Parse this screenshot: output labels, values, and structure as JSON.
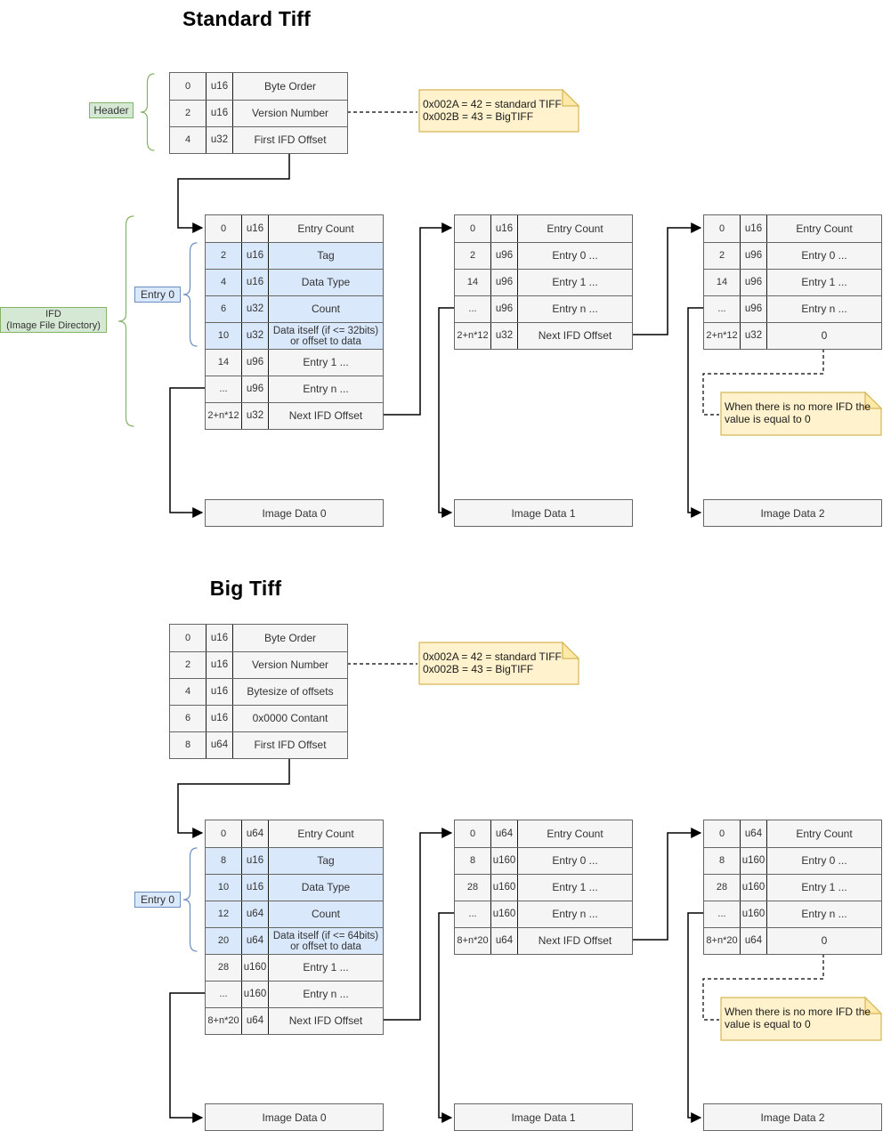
{
  "standard": {
    "title": "Standard Tiff",
    "header_label": "Header",
    "ifd_label_line1": "IFD",
    "ifd_label_line2": "(Image File Directory)",
    "entry0_label": "Entry 0",
    "header_table": {
      "rows": [
        {
          "offset": "0",
          "type": "u16",
          "desc": "Byte Order"
        },
        {
          "offset": "2",
          "type": "u16",
          "desc": "Version Number"
        },
        {
          "offset": "4",
          "type": "u32",
          "desc": "First IFD Offset"
        }
      ]
    },
    "ifd1": {
      "rows": [
        {
          "offset": "0",
          "type": "u16",
          "desc": "Entry Count"
        },
        {
          "offset": "2",
          "type": "u16",
          "desc": "Tag",
          "hl": true
        },
        {
          "offset": "4",
          "type": "u16",
          "desc": "Data Type",
          "hl": true
        },
        {
          "offset": "6",
          "type": "u32",
          "desc": "Count",
          "hl": true
        },
        {
          "offset": "10",
          "type": "u32",
          "desc": "Data itself (if <= 32bits)\nor offset to data",
          "hl": true
        },
        {
          "offset": "14",
          "type": "u96",
          "desc": "Entry 1 ..."
        },
        {
          "offset": "...",
          "type": "u96",
          "desc": "Entry n ..."
        },
        {
          "offset": "2+n*12",
          "type": "u32",
          "desc": "Next IFD Offset"
        }
      ]
    },
    "ifd2": {
      "rows": [
        {
          "offset": "0",
          "type": "u16",
          "desc": "Entry Count"
        },
        {
          "offset": "2",
          "type": "u96",
          "desc": "Entry 0 ..."
        },
        {
          "offset": "14",
          "type": "u96",
          "desc": "Entry 1 ..."
        },
        {
          "offset": "...",
          "type": "u96",
          "desc": "Entry n ..."
        },
        {
          "offset": "2+n*12",
          "type": "u32",
          "desc": "Next IFD Offset"
        }
      ]
    },
    "ifd3": {
      "rows": [
        {
          "offset": "0",
          "type": "u16",
          "desc": "Entry Count"
        },
        {
          "offset": "2",
          "type": "u96",
          "desc": "Entry 0 ..."
        },
        {
          "offset": "14",
          "type": "u96",
          "desc": "Entry 1 ..."
        },
        {
          "offset": "...",
          "type": "u96",
          "desc": "Entry n ..."
        },
        {
          "offset": "2+n*12",
          "type": "u32",
          "desc": "0"
        }
      ]
    },
    "image_data_0": "Image Data 0",
    "image_data_1": "Image Data 1",
    "image_data_2": "Image Data 2"
  },
  "big": {
    "title": "Big Tiff",
    "entry0_label": "Entry 0",
    "header_table": {
      "rows": [
        {
          "offset": "0",
          "type": "u16",
          "desc": "Byte Order"
        },
        {
          "offset": "2",
          "type": "u16",
          "desc": "Version Number"
        },
        {
          "offset": "4",
          "type": "u16",
          "desc": "Bytesize of offsets"
        },
        {
          "offset": "6",
          "type": "u16",
          "desc": "0x0000 Contant"
        },
        {
          "offset": "8",
          "type": "u64",
          "desc": "First IFD Offset"
        }
      ]
    },
    "ifd1": {
      "rows": [
        {
          "offset": "0",
          "type": "u64",
          "desc": "Entry Count"
        },
        {
          "offset": "8",
          "type": "u16",
          "desc": "Tag",
          "hl": true
        },
        {
          "offset": "10",
          "type": "u16",
          "desc": "Data Type",
          "hl": true
        },
        {
          "offset": "12",
          "type": "u64",
          "desc": "Count",
          "hl": true
        },
        {
          "offset": "20",
          "type": "u64",
          "desc": "Data itself (if <= 64bits)\nor offset to data",
          "hl": true
        },
        {
          "offset": "28",
          "type": "u160",
          "desc": "Entry 1 ..."
        },
        {
          "offset": "...",
          "type": "u160",
          "desc": "Entry n ..."
        },
        {
          "offset": "8+n*20",
          "type": "u64",
          "desc": "Next IFD Offset"
        }
      ]
    },
    "ifd2": {
      "rows": [
        {
          "offset": "0",
          "type": "u64",
          "desc": "Entry Count"
        },
        {
          "offset": "8",
          "type": "u160",
          "desc": "Entry 0 ..."
        },
        {
          "offset": "28",
          "type": "u160",
          "desc": "Entry 1 ..."
        },
        {
          "offset": "...",
          "type": "u160",
          "desc": "Entry n ..."
        },
        {
          "offset": "8+n*20",
          "type": "u64",
          "desc": "Next IFD Offset"
        }
      ]
    },
    "ifd3": {
      "rows": [
        {
          "offset": "0",
          "type": "u64",
          "desc": "Entry Count"
        },
        {
          "offset": "8",
          "type": "u160",
          "desc": "Entry 0 ..."
        },
        {
          "offset": "28",
          "type": "u160",
          "desc": "Entry 1 ..."
        },
        {
          "offset": "...",
          "type": "u160",
          "desc": "Entry n ..."
        },
        {
          "offset": "8+n*20",
          "type": "u64",
          "desc": "0"
        }
      ]
    },
    "image_data_0": "Image Data 0",
    "image_data_1": "Image Data 1",
    "image_data_2": "Image Data 2"
  },
  "notes": {
    "version": {
      "line1": "0x002A = 42 = standard TIFF",
      "line2": "0x002B = 43 = BigTIFF"
    },
    "no_more_ifd": {
      "line1": "When there is no more IFD the",
      "line2": "value is equal to 0"
    }
  },
  "colors": {
    "table_fill": "#f5f5f5",
    "table_border": "#666666",
    "highlight_fill": "#dae8fc",
    "highlight_border": "#6c8ebf",
    "label_green_fill": "#d5e8d4",
    "label_green_border": "#82b366",
    "note_fill": "#fff2cc",
    "note_border": "#d6b656",
    "arrow": "#000000"
  }
}
